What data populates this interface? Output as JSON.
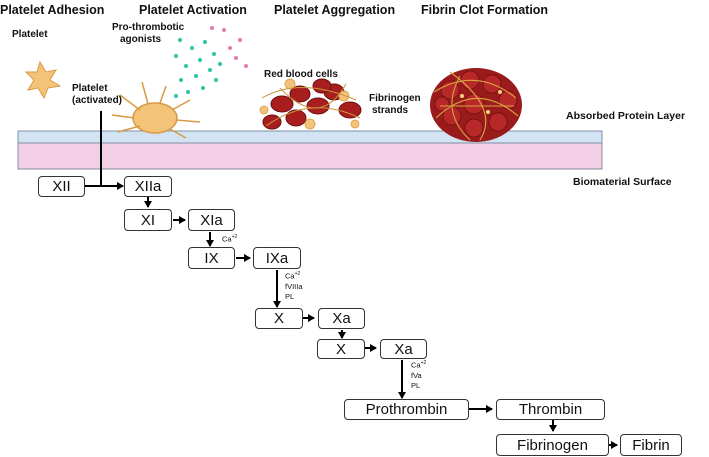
{
  "headers": {
    "adhesion": "Platelet Adhesion",
    "activation": "Platelet Activation",
    "aggregation": "Platelet Aggregation",
    "fibrin_clot": "Fibrin Clot Formation"
  },
  "labels": {
    "platelet": "Platelet",
    "agonists_line1": "Pro-thrombotic",
    "agonists_line2": "agonists",
    "activated_line1": "Platelet",
    "activated_line2": "(activated)",
    "rbc": "Red blood cells",
    "fibrinogen_line1": "Fibrinogen",
    "fibrinogen_line2": "strands",
    "protein_layer": "Absorbed Protein Layer",
    "biomaterial": "Biomaterial Surface"
  },
  "cascade": {
    "xii": "XII",
    "xiia": "XIIa",
    "xi": "XI",
    "xia": "XIa",
    "ix": "IX",
    "ixa": "IXa",
    "x1": "X",
    "xa1": "Xa",
    "x2": "X",
    "xa2": "Xa",
    "prothrombin": "Prothrombin",
    "thrombin": "Thrombin",
    "fibrinogen": "Fibrinogen",
    "fibrin": "Fibrin"
  },
  "cofactors": {
    "ca_base": "Ca",
    "ca_sup": "+2",
    "fviiia": "fVIIIa",
    "pl": "PL",
    "fva": "fVa"
  },
  "colors": {
    "protein_layer": "#d2e3f3",
    "biomaterial": "#f3cfe6",
    "platelet": "#f4c37a",
    "rbc": "#a81e1e",
    "agonist_teal": "#2ec4a6",
    "agonist_pink": "#e37ab0"
  }
}
